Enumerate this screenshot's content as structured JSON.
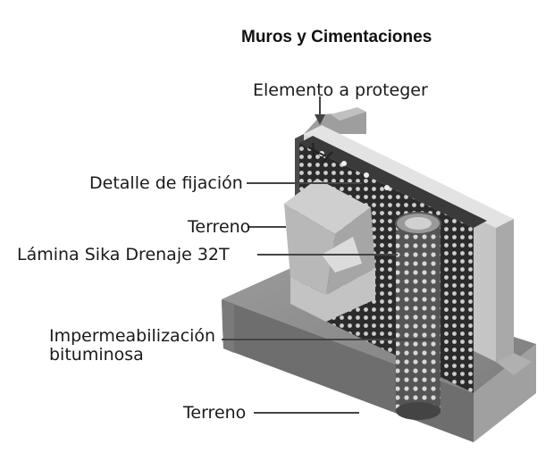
{
  "title": "Muros y Cimentaciones",
  "labels": {
    "element_to_protect": "Elemento a proteger",
    "fixing_detail": "Detalle de fijación",
    "soil_upper": "Terreno",
    "drainage_sheet": "Lámina Sika Drenaje 32T",
    "bituminous_line1": "Impermeabilización",
    "bituminous_line2": "bituminosa",
    "soil_lower": "Terreno"
  },
  "colors": {
    "background": "#ffffff",
    "concrete": "#b9b9b9",
    "concrete_dark": "#8d8d8d",
    "concrete_light": "#d9d9d9",
    "membrane": "#2b2b2b",
    "dimple": "#cfcfcf",
    "leader_line": "#444444"
  }
}
